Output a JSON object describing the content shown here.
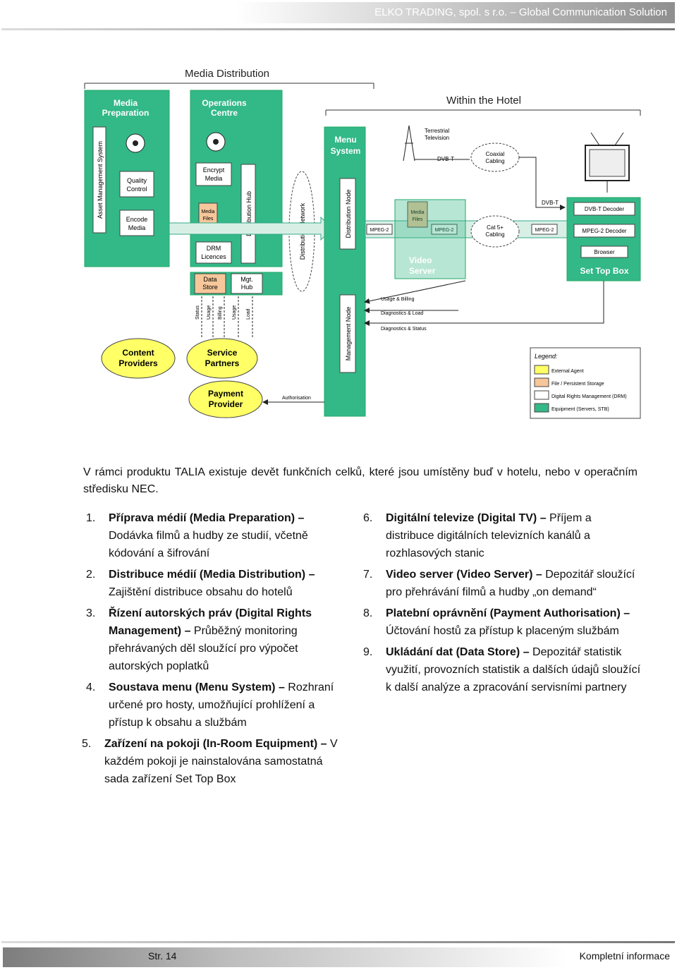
{
  "header": {
    "title": "ELKO TRADING, spol. s r.o. – Global Communication Solution"
  },
  "diagram": {
    "title": "Media Distribution",
    "within_hotel": "Within the Hotel",
    "media_prep": [
      "Media",
      "Preparation"
    ],
    "ops_centre": [
      "Operations",
      "Centre"
    ],
    "asset_mgmt": "Asset Management System",
    "quality": [
      "Quality",
      "Control"
    ],
    "encode": [
      "Encode",
      "Media"
    ],
    "encrypt": [
      "Encrypt",
      "Media"
    ],
    "media_files": [
      "Media",
      "Files"
    ],
    "drm": [
      "DRM",
      "Licences"
    ],
    "dist_hub": "Distribution Hub",
    "data_store": [
      "Data",
      "Store"
    ],
    "mgt_hub": [
      "Mgt.",
      "Hub"
    ],
    "dist_network": "Distribution Network",
    "menu_system": [
      "Menu",
      "System"
    ],
    "dist_node": "Distribution Node",
    "mgmt_node": "Management Node",
    "terrestrial": [
      "Terrestrial",
      "Television"
    ],
    "dvbt": "DVB-T",
    "dvbt2": "DVB-T",
    "coax": [
      "Coaxial",
      "Cabling"
    ],
    "mpeg2_a": "MPEG-2",
    "mpeg2_b": "MPEG-2",
    "mpeg2_c": "MPEG-2",
    "video_media_files": [
      "Media",
      "Files"
    ],
    "cat5": [
      "Cat 5+",
      "Cabling"
    ],
    "dvbt_decoder": "DVB-T Decoder",
    "mpeg2_decoder": "MPEG-2 Decoder",
    "browser": "Browser",
    "set_top_box": "Set Top Box",
    "video_server": [
      "Video",
      "Server"
    ],
    "status_labels": [
      "Status",
      "Usage",
      "Billing",
      "Usage",
      "Load"
    ],
    "usage_billing": "Usage & Billing",
    "diag_load": "Diagnostics & Load",
    "diag_status": "Diagnostics & Status",
    "authorisation": "Authorisation",
    "content_providers": [
      "Content",
      "Providers"
    ],
    "service_partners": [
      "Service",
      "Partners"
    ],
    "payment_provider": [
      "Payment",
      "Provider"
    ],
    "legend_title": "Legend:",
    "legend": [
      {
        "label": "External Agent",
        "color": "#ffff66"
      },
      {
        "label": "File / Persistent Storage",
        "color": "#f6c79a"
      },
      {
        "label": "Digital Rights Management (DRM)",
        "color": "#ffffff"
      },
      {
        "label": "Equipment (Servers, STB)",
        "color": "#33b888"
      }
    ],
    "colors": {
      "equipment": "#33b888",
      "external": "#ffff66",
      "file": "#f6c79a",
      "arrow": "#d8efe6"
    }
  },
  "intro": "V rámci produktu TALIA existuje devět funkčních celků, které jsou umístěny buď v hotelu, nebo v operačním středisku NEC.",
  "items_left": [
    {
      "num": "1.",
      "bold": "Příprava médií (Media Preparation) –",
      "text": " Dodávka filmů a hudby ze studií, včetně kódování a šifrování"
    },
    {
      "num": "2.",
      "bold": "Distribuce médií (Media Distribution) –",
      "text": " Zajištění distribuce obsahu do hotelů"
    },
    {
      "num": "3.",
      "bold": "Řízení autorských práv (Digital Rights Management) –",
      "text": " Průběžný monitoring přehrávaných děl sloužící pro výpočet autorských poplatků"
    },
    {
      "num": "4.",
      "bold": "Soustava menu (Menu System) –",
      "text": " Rozhraní určené pro hosty, umožňující prohlížení a přístup k obsahu a službám"
    },
    {
      "num": "5.",
      "bold": "Zařízení na pokoji (In-Room Equipment) –",
      "text": " V každém pokoji je nainstalována samostatná sada zařízení Set Top Box"
    }
  ],
  "items_right": [
    {
      "num": "6.",
      "bold": "Digitální televize (Digital TV) –",
      "text": " Příjem a distribuce digitálních televizních kanálů a rozhlasových stanic"
    },
    {
      "num": "7.",
      "bold": "Video server (Video Server) –",
      "text": " Depozitář sloužící pro přehrávání filmů a hudby „on demand“"
    },
    {
      "num": "8.",
      "bold": "Platební oprávnění (Payment Authorisation) –",
      "text": " Účtování hostů za přístup k placeným službám"
    },
    {
      "num": "9.",
      "bold": "Ukládání dat (Data Store) –",
      "text": " Depozitář statistik využití, provozních statistik a dalších údajů sloužící k další analýze a zpracování servisními partnery"
    }
  ],
  "footer": {
    "page": "Str. 14",
    "right": "Kompletní informace"
  }
}
